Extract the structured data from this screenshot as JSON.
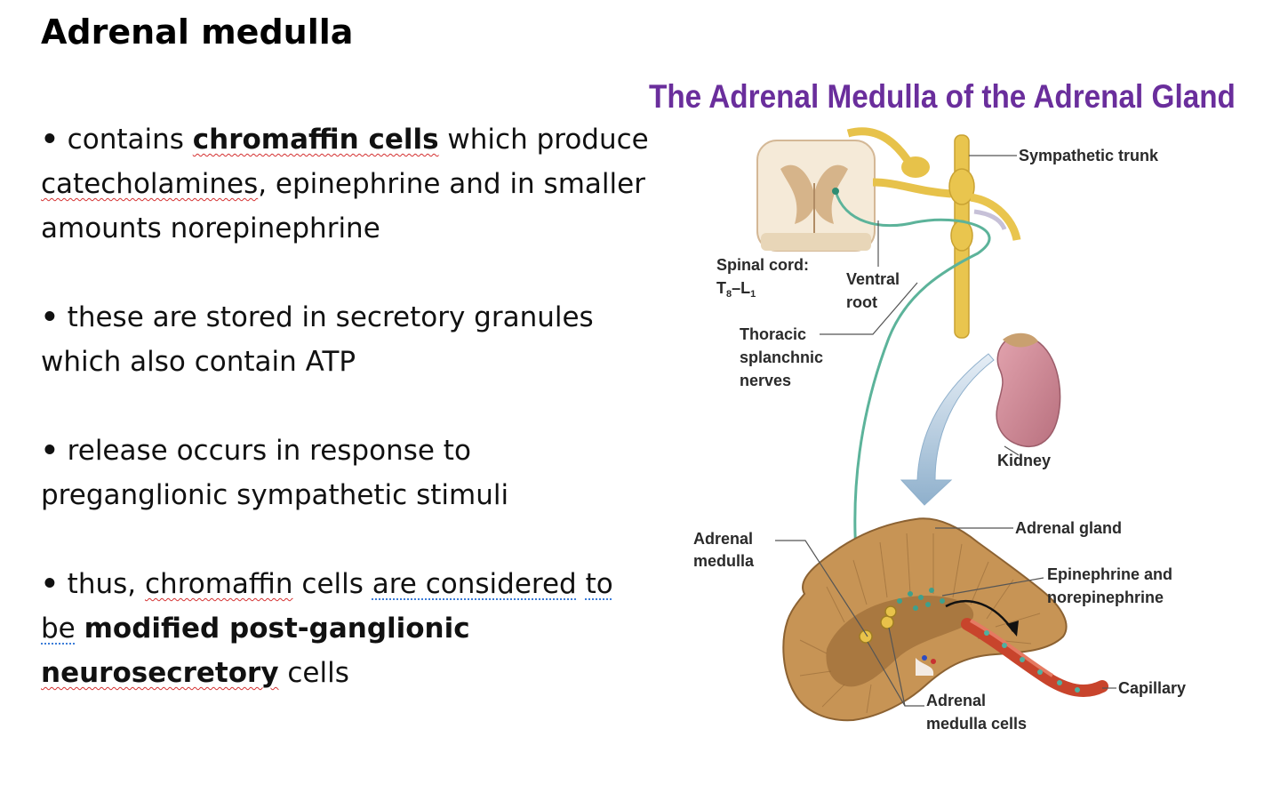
{
  "slide": {
    "title": "Adrenal medulla",
    "bullets": [
      {
        "marker": "•",
        "p1": " contains ",
        "chromaffin_cells": "chromaffin cells",
        "p2": " which produce ",
        "catecholamines": "catecholamines",
        "p3": ", epinephrine and in smaller amounts norepinephrine"
      },
      {
        "marker": "•",
        "text": " these are stored in secretory granules which also contain ATP"
      },
      {
        "marker": "•",
        "text": " release occurs in response to preganglionic sympathetic stimuli"
      },
      {
        "marker": "•",
        "p1": " thus, ",
        "chromaffin": "chromaffin",
        "p2": " cells ",
        "are_considered": "are considered",
        "p3": " ",
        "to_be": "to be",
        "p4": " ",
        "modified": "modified post-ganglionic",
        "p5": " ",
        "neurosecretory": "neurosecretory",
        "p6": " cells"
      }
    ]
  },
  "figure": {
    "title": "The Adrenal Medulla of the Adrenal Gland",
    "labels": {
      "sympathetic_trunk": "Sympathetic trunk",
      "spinal_cord": "Spinal cord:",
      "spinal_segment_t": "T",
      "spinal_segment_t_sub": "8",
      "spinal_segment_l": "–L",
      "spinal_segment_l_sub": "1",
      "ventral": "Ventral",
      "root": "root",
      "thoracic": "Thoracic",
      "splanchnic": "splanchnic",
      "nerves": "nerves",
      "kidney": "Kidney",
      "adrenal_gland": "Adrenal gland",
      "adrenal_medulla_1": "Adrenal",
      "adrenal_medulla_2": "medulla",
      "epinephrine_1": "Epinephrine and",
      "epinephrine_2": "norepinephrine",
      "capillary": "Capillary",
      "medulla_cells_1": "Adrenal",
      "medulla_cells_2": "medulla cells"
    },
    "colors": {
      "title": "#6a2e9c",
      "nerve": "#e7c24a",
      "fiber": "#5cb39a",
      "kidney": "#c9808e",
      "gland": "#c79455",
      "capillary": "#c8442c"
    }
  }
}
